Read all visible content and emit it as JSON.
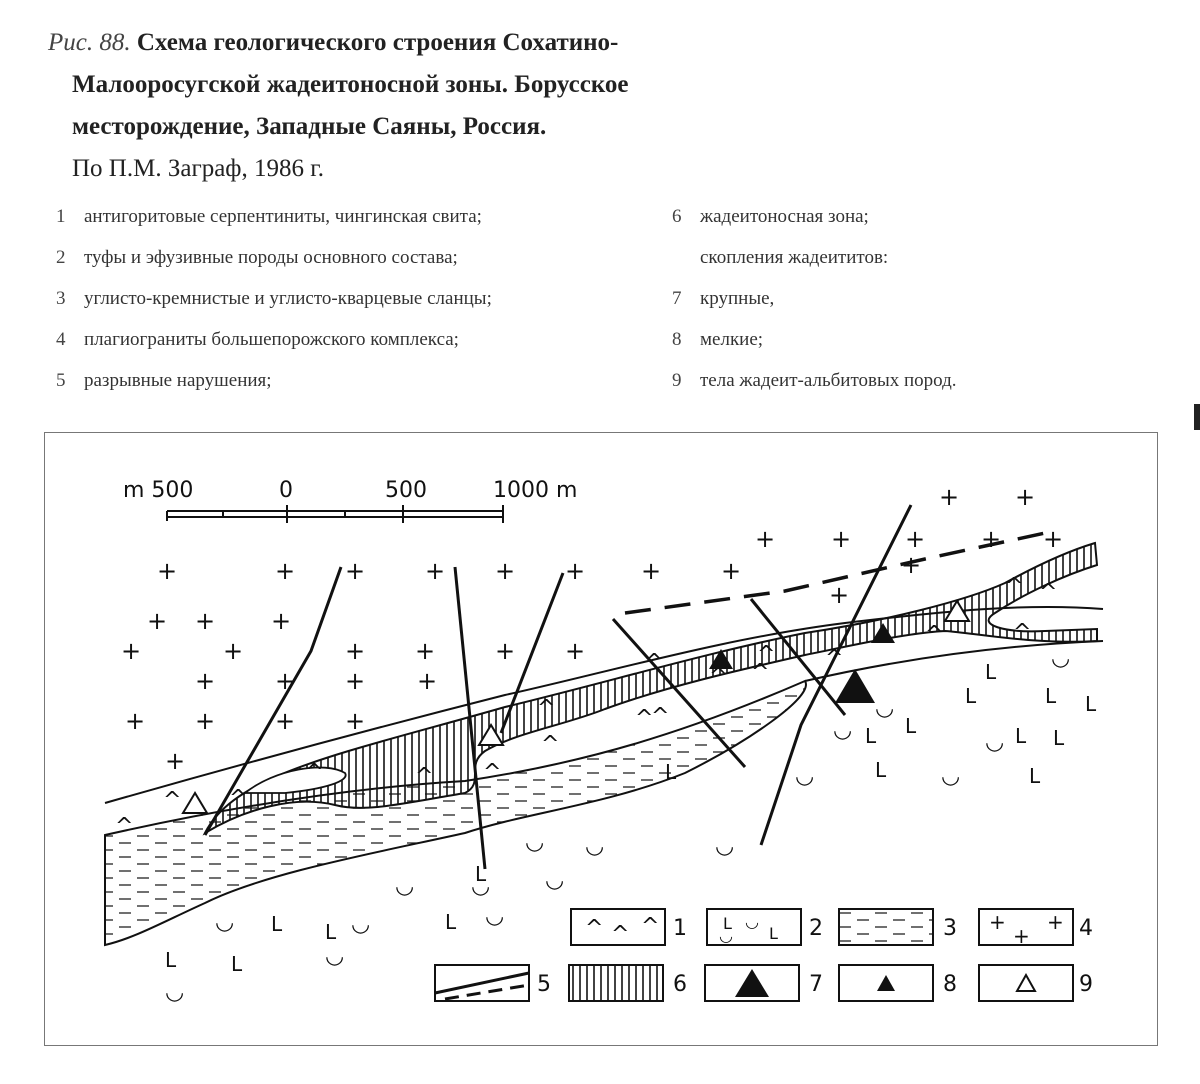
{
  "caption": {
    "fig_label": "Рис. 88.",
    "title_line1": "Схема геологического строения Сохатино-",
    "title_line2": "Малооросугской жадеитоносной зоны. Борусское",
    "title_line3": "месторождение, Западные Саяны, Россия.",
    "source": "По П.М. Заграф, 1986 г."
  },
  "legend_text": {
    "left": [
      {
        "num": "1",
        "text": "антигоритовые серпентиниты, чингинская свита;"
      },
      {
        "num": "2",
        "text": "туфы и эфузивные породы основного состава;"
      },
      {
        "num": "3",
        "text": "углисто-кремнистые и углисто-кварцевые сланцы;"
      },
      {
        "num": "4",
        "text": "плагиограниты большепорожского комплекса;"
      },
      {
        "num": "5",
        "text": "разрывные нарушения;"
      }
    ],
    "right": [
      {
        "num": "6",
        "text": "жадеитоносная зона;"
      },
      {
        "num": "",
        "text": "скопления жадеититов:"
      },
      {
        "num": "7",
        "text": "крупные,"
      },
      {
        "num": "8",
        "text": "мелкие;"
      },
      {
        "num": "9",
        "text": "тела жадеит-альбитовых пород."
      }
    ]
  },
  "scale_bar": {
    "labels": [
      "m 500",
      "0",
      "500",
      "1000 m"
    ]
  },
  "symbols": {
    "serpentinite": "^",
    "granite": "+",
    "basic_L": "L",
    "basic_U": "◡"
  },
  "map_legend_numbers": [
    "1",
    "2",
    "3",
    "4",
    "5",
    "6",
    "7",
    "8",
    "9"
  ],
  "colors": {
    "ink": "#111111",
    "text": "#2b2b2b",
    "paper": "#ffffff"
  }
}
